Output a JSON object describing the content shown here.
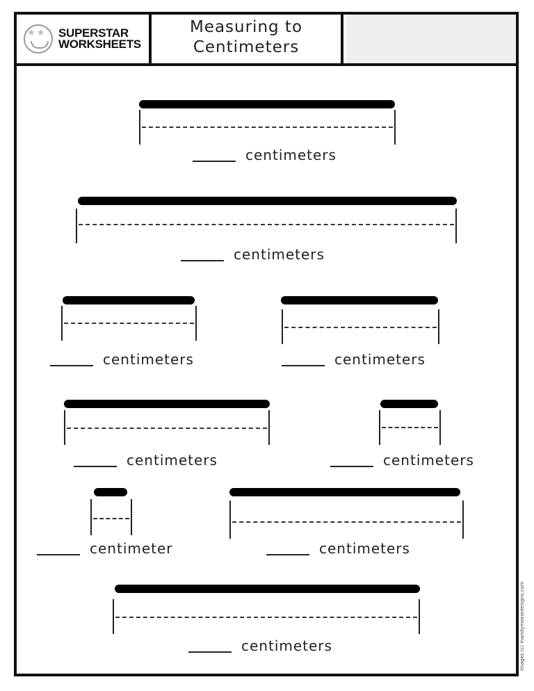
{
  "header": {
    "logo_text_line1": "SUPERSTAR",
    "logo_text_line2": "WORKSHEETS",
    "title_line1": "Measuring to",
    "title_line2": "Centimeters"
  },
  "items": [
    {
      "unit": "centimeters"
    },
    {
      "unit": "centimeters"
    },
    {
      "unit": "centimeters"
    },
    {
      "unit": "centimeters"
    },
    {
      "unit": "centimeters"
    },
    {
      "unit": "centimeters"
    },
    {
      "unit": "centimeter"
    },
    {
      "unit": "centimeters"
    },
    {
      "unit": "centimeters"
    }
  ],
  "credit": "Images (c) mandymoxiedesigns.com"
}
